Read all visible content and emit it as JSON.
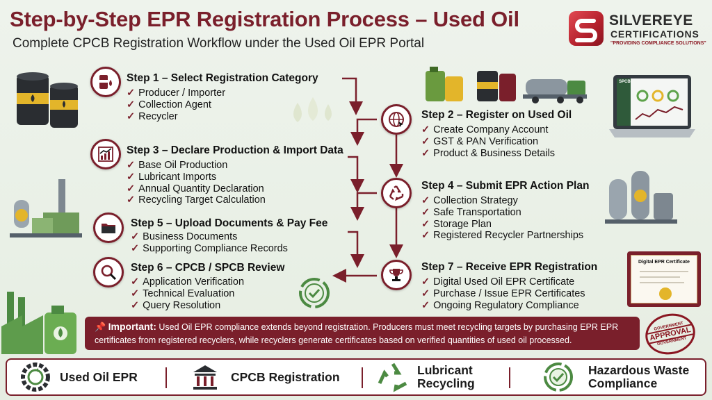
{
  "header": {
    "title": "Step-by-Step EPR Registration Process – Used Oil",
    "subtitle": "Complete CPCB Registration Workflow under the Used Oil EPR Portal"
  },
  "logo": {
    "name": "SILVEREYE",
    "sub": "CERTIFICATIONS",
    "tagline": "\"PROVIDING COMPLIANCE SOLUTIONS\""
  },
  "steps": [
    {
      "title": "Step 1 – Select Registration Category",
      "icon": "oil-barrel-icon",
      "items": [
        "Producer / Importer",
        "Collection Agent",
        "Recycler"
      ]
    },
    {
      "title": "Step 2 – Register on Used Oil",
      "icon": "globe-icon",
      "items": [
        "Create Company Account",
        "GST & PAN Verification",
        "Product & Business Details"
      ]
    },
    {
      "title": "Step 3 – Declare Production & Import Data",
      "icon": "chart-icon",
      "items": [
        "Base Oil Production",
        "Lubricant Imports",
        "Annual Quantity Declaration",
        "Recycling Target Calculation"
      ]
    },
    {
      "title": "Step 4 – Submit EPR Action Plan",
      "icon": "recycle-icon",
      "items": [
        "Collection Strategy",
        "Safe Transportation",
        "Storage Plan",
        "Registered Recycler Partnerships"
      ]
    },
    {
      "title": "Step 5 – Upload Documents & Pay Fee",
      "icon": "folder-icon",
      "items": [
        "Business Documents",
        "Supporting Compliance Records"
      ]
    },
    {
      "title": "Step 6 – CPCB / SPCB Review",
      "icon": "magnifier-icon",
      "items": [
        "Application Verification",
        "Technical Evaluation",
        "Query Resolution"
      ]
    },
    {
      "title": "Step 7 – Receive EPR Registration",
      "icon": "trophy-icon",
      "items": [
        "Digital Used Oil EPR Certificate",
        "Purchase / Issue EPR Certificates",
        "Ongoing Regulatory Compliance"
      ]
    }
  ],
  "laptop_screen": {
    "brand": "SPCB"
  },
  "certificate": {
    "title": "Digital EPR Certificate"
  },
  "stamp": {
    "top": "GOVERNMENT",
    "main": "APPROVAL",
    "bottom": "GOVERNMENT"
  },
  "important": {
    "label": "Important:",
    "text": "Used Oil EPR compliance extends beyond registration. Producers must meet recycling targets by purchasing EPR EPR certificates from registered recyclers, while recyclers generate certificates based on verified quantities of used oil processed."
  },
  "footer": {
    "items": [
      {
        "label": "Used Oil EPR",
        "icon": "tire-recycle-icon"
      },
      {
        "label": "CPCB Registration",
        "icon": "government-building-icon"
      },
      {
        "label": "Lubricant Recycling",
        "icon": "recycle-icon"
      },
      {
        "label": "Hazardous Waste Compliance",
        "icon": "shield-check-icon"
      }
    ]
  },
  "colors": {
    "brand": "#7a1f2b",
    "accent_gold": "#e3b52a",
    "barrel": "#2a2d31"
  }
}
